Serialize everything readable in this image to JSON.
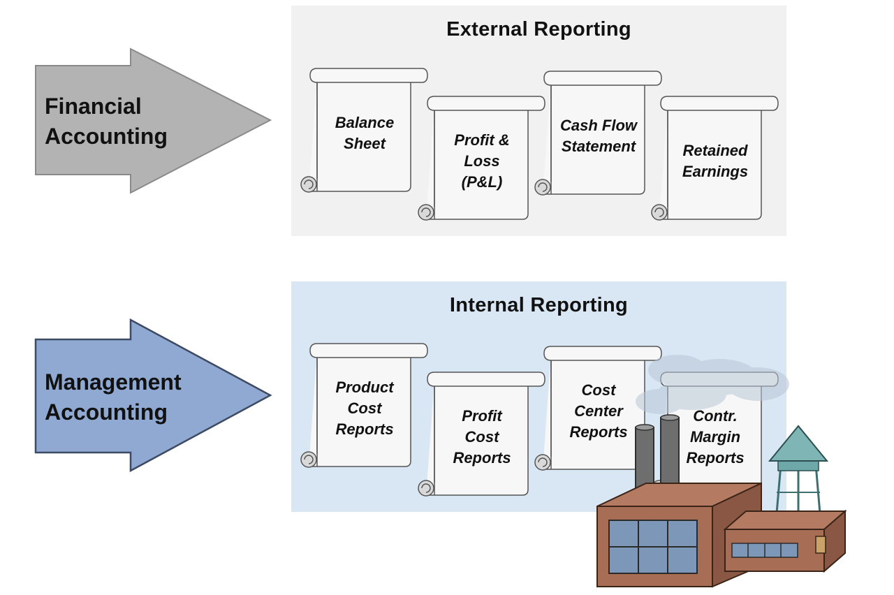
{
  "financial": {
    "arrow_label": "Financial\nAccounting",
    "panel_title": "External Reporting",
    "reports": [
      "Balance\nSheet",
      "Profit &\nLoss\n(P&L)",
      "Cash Flow\nStatement",
      "Retained\nEarnings"
    ]
  },
  "management": {
    "arrow_label": "Management\nAccounting",
    "panel_title": "Internal Reporting",
    "reports": [
      "Product\nCost\nReports",
      "Profit\nCost\nReports",
      "Cost\nCenter\nReports",
      "Contr.\nMargin\nReports"
    ]
  },
  "colors": {
    "financial_arrow": "#b3b3b3",
    "management_arrow": "#8fa9d2",
    "external_panel": "#f1f1f1",
    "internal_panel": "#d9e6f3"
  }
}
